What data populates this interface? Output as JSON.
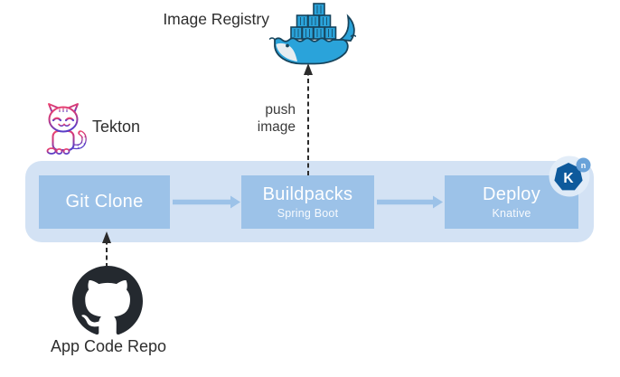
{
  "labels": {
    "image_registry": "Image Registry",
    "tekton": "Tekton",
    "app_code_repo": "App Code Repo",
    "push_line1": "push",
    "push_line2": "image"
  },
  "pipeline": {
    "steps": [
      {
        "title": "Git Clone",
        "subtitle": ""
      },
      {
        "title": "Buildpacks",
        "subtitle": "Spring Boot"
      },
      {
        "title": "Deploy",
        "subtitle": "Knative"
      }
    ]
  },
  "knative_badge": {
    "main": "K",
    "super": "n"
  },
  "icons": {
    "registry": "docker-whale-icon",
    "pipeline_engine": "tekton-cat-icon",
    "source_repo": "github-octocat-icon",
    "deploy_target": "knative-icon"
  },
  "colors": {
    "band": "#d3e2f4",
    "task_box": "#9cc2e8",
    "flow_arrow": "#9cc2e8",
    "dashed_arrow": "#2b2b2b",
    "label_text": "#2e2e2e",
    "box_text": "#ffffff",
    "docker_blue": "#2aa3da",
    "docker_outline": "#17445c",
    "github_dark": "#24292f",
    "knative_blue": "#0e5a9c",
    "knative_light_blue": "#69a2d9",
    "tekton_gradient_start": "#ef4770",
    "tekton_gradient_end": "#5a3ec8"
  }
}
